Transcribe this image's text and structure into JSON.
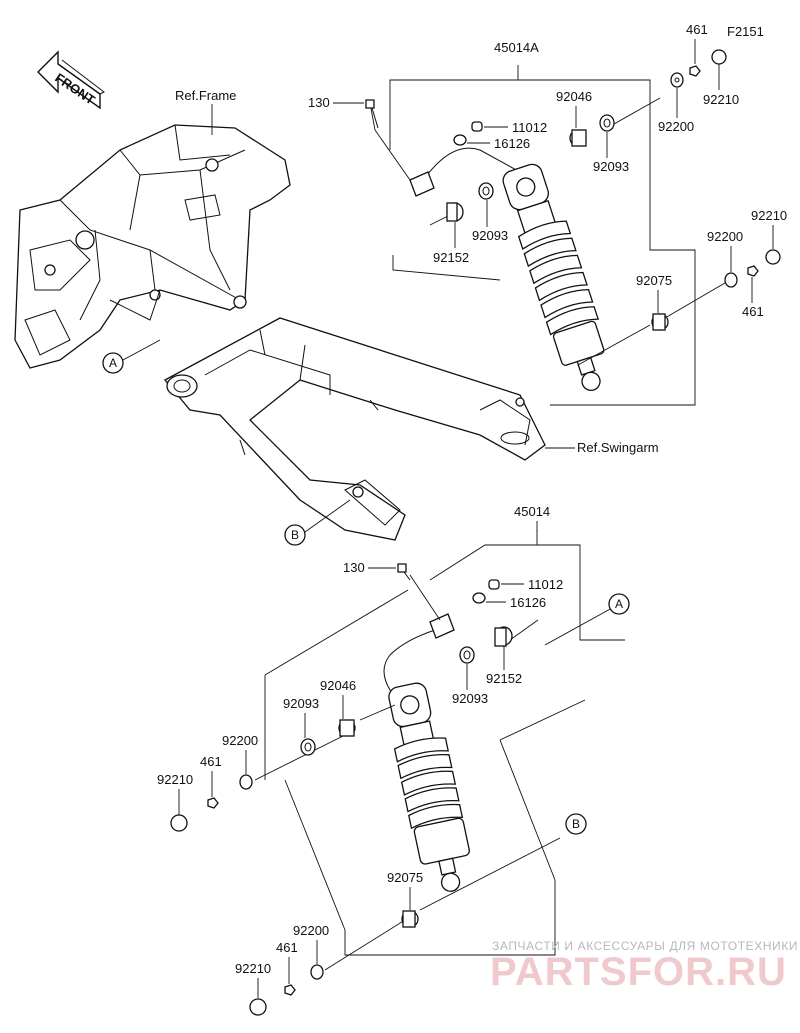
{
  "diagram_code": "F2151",
  "front_marker": "FRONT",
  "ref_frame": "Ref.Frame",
  "ref_swingarm": "Ref.Swingarm",
  "callout_a": "A",
  "callout_b": "B",
  "upper": {
    "assembly": "45014A",
    "bolt": "130",
    "cap": "11012",
    "grommet": "16126",
    "bearing": "92046",
    "seal_right_top": "92093",
    "seal_mid": "92093",
    "collar_left": "92152",
    "washer_top": "92200",
    "washer_right": "92200",
    "nut_top_461": "461",
    "nut_right_461": "461",
    "cap_nut_top": "92210",
    "cap_nut_right": "92210",
    "bushing_lower": "92075"
  },
  "lower": {
    "assembly": "45014",
    "bolt": "130",
    "cap": "11012",
    "grommet": "16126",
    "collar": "92152",
    "seal_right": "92093",
    "bearing": "92046",
    "seal_left": "92093",
    "washer_top": "92200",
    "nut_top_461": "461",
    "cap_nut_top": "92210",
    "bushing_lower": "92075",
    "washer_bottom": "92200",
    "nut_bottom_461": "461",
    "cap_nut_bottom": "92210"
  },
  "watermark": {
    "tagline": "ЗАПЧАСТИ И АКСЕССУАРЫ ДЛЯ МОТОТЕХНИКИ",
    "brand": "PARTSFOR.RU"
  }
}
